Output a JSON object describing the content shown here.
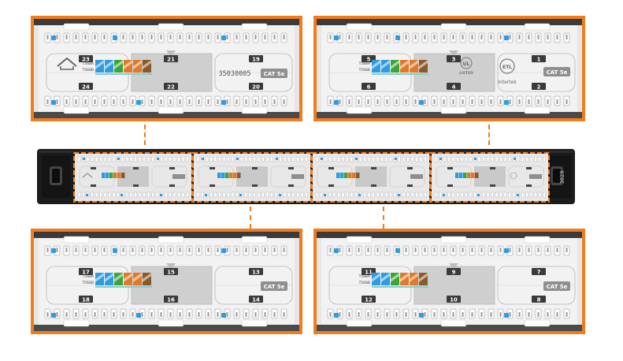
{
  "colors": {
    "accent_orange": "#f07c1c",
    "panel_black": "#1c1c1c",
    "module_white": "#efefef",
    "badge_gray": "#8f8f8f",
    "wire_blue": "#2f9be0",
    "wire_green": "#3aa63a",
    "wire_orange": "#e07a2a",
    "wire_brown": "#8a5a2a"
  },
  "modules": {
    "top_left": {
      "ports_top": [
        "23",
        "21",
        "19"
      ],
      "ports_bottom": [
        "24",
        "22",
        "20"
      ],
      "code": "35030005",
      "cat": "CAT 5e",
      "t568a": "T568A",
      "t568b": "T568B",
      "logo_icon": "house-outline-icon"
    },
    "top_right": {
      "ports_top": [
        "5",
        "3",
        "1"
      ],
      "ports_bottom": [
        "6",
        "4",
        "2"
      ],
      "cat": "CAT 5e",
      "t568a": "T568A",
      "t568b": "T568B",
      "ul_mark": "UL",
      "listed": "LISTED",
      "etl": "ETL",
      "intertek": "Intertek"
    },
    "bottom_left": {
      "ports_top": [
        "17",
        "15",
        "13"
      ],
      "ports_bottom": [
        "18",
        "16",
        "14"
      ],
      "cat": "CAT 5e",
      "t568a": "T568A",
      "t568b": "T568B"
    },
    "bottom_right": {
      "ports_top": [
        "11",
        "9",
        "7"
      ],
      "ports_bottom": [
        "12",
        "10",
        "8"
      ],
      "cat": "CAT 5e",
      "t568a": "T568A",
      "t568b": "T568B"
    }
  },
  "panel": {
    "serial": "3029",
    "sections": 4
  }
}
